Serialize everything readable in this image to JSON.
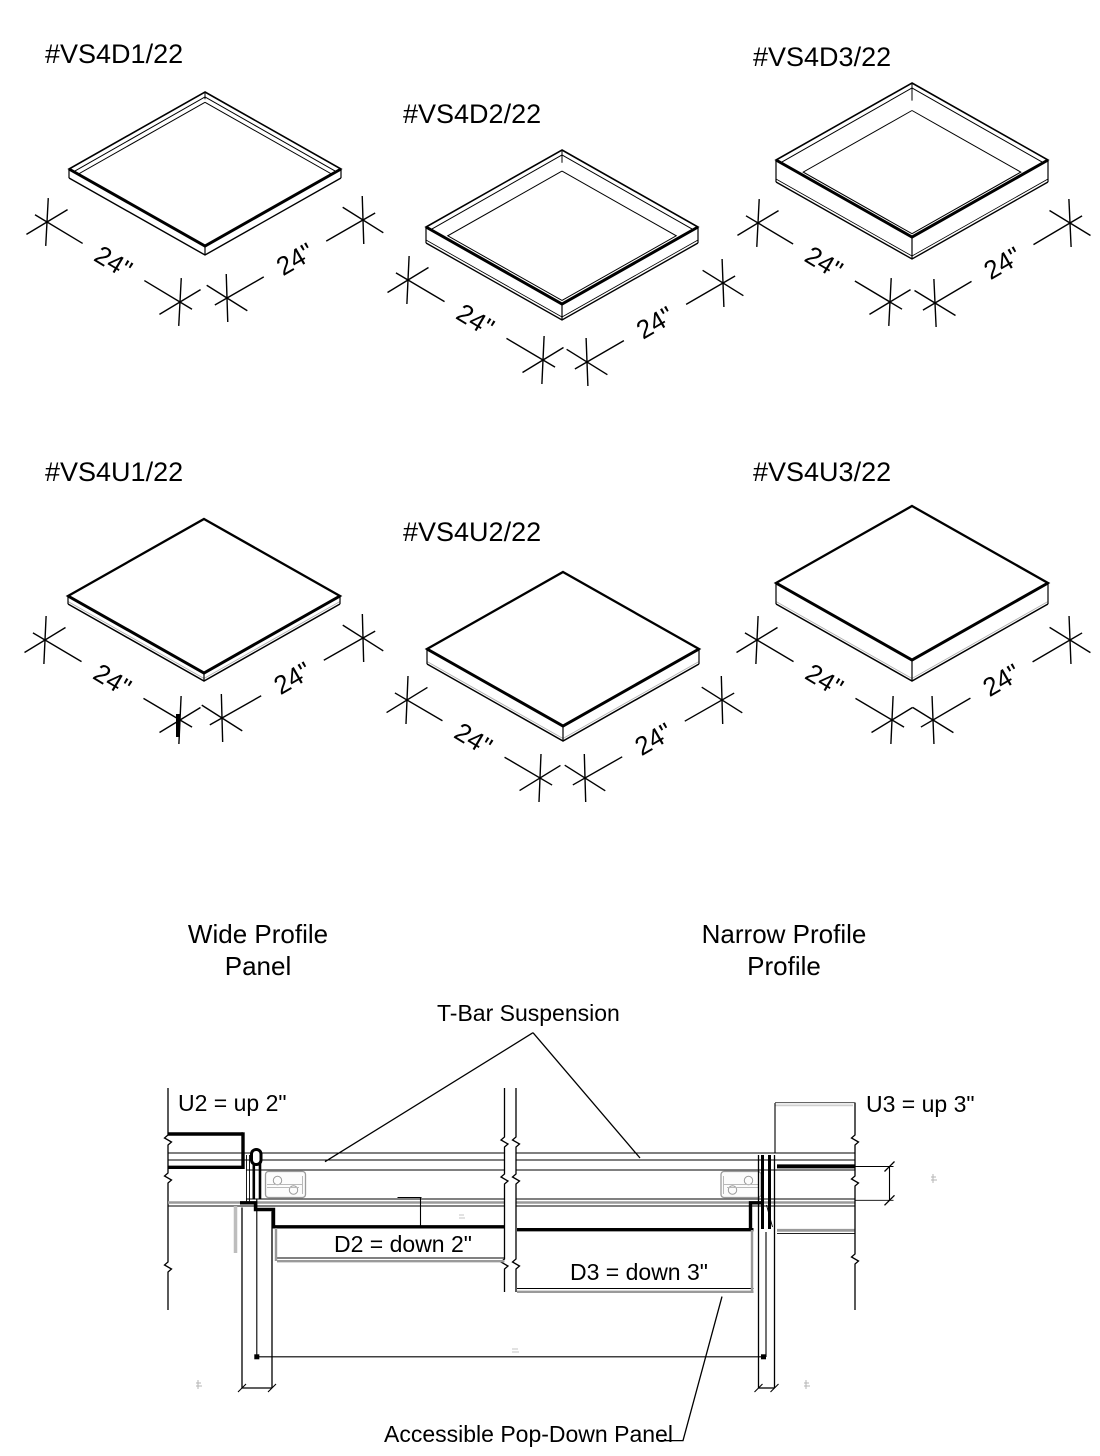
{
  "page": {
    "background": "#ffffff",
    "line_color": "#000000",
    "gray_line_color": "#9a9a9a"
  },
  "panels": [
    {
      "label": "#VS4D1/22",
      "dims": [
        "24\"",
        "24\""
      ]
    },
    {
      "label": "#VS4D2/22",
      "dims": [
        "24\"",
        "24\""
      ]
    },
    {
      "label": "#VS4D3/22",
      "dims": [
        "24\"",
        "24\""
      ]
    },
    {
      "label": "#VS4U1/22",
      "dims": [
        "24\"",
        "24\""
      ]
    },
    {
      "label": "#VS4U2/22",
      "dims": [
        "24\"",
        "24\""
      ]
    },
    {
      "label": "#VS4U3/22",
      "dims": [
        "24\"",
        "24\""
      ]
    }
  ],
  "section": {
    "left_heading": [
      "Wide Profile",
      "Panel"
    ],
    "right_heading": [
      "Narrow Profile",
      "Profile"
    ],
    "tbar_label": "T-Bar Suspension",
    "u2_label": "U2 = up 2\"",
    "u3_label": "U3 = up 3\"",
    "d2_label": "D2 = down 2\"",
    "d3_label": "D3 = down 3\"",
    "popdown_label": "Accessible Pop-Down Panel"
  }
}
